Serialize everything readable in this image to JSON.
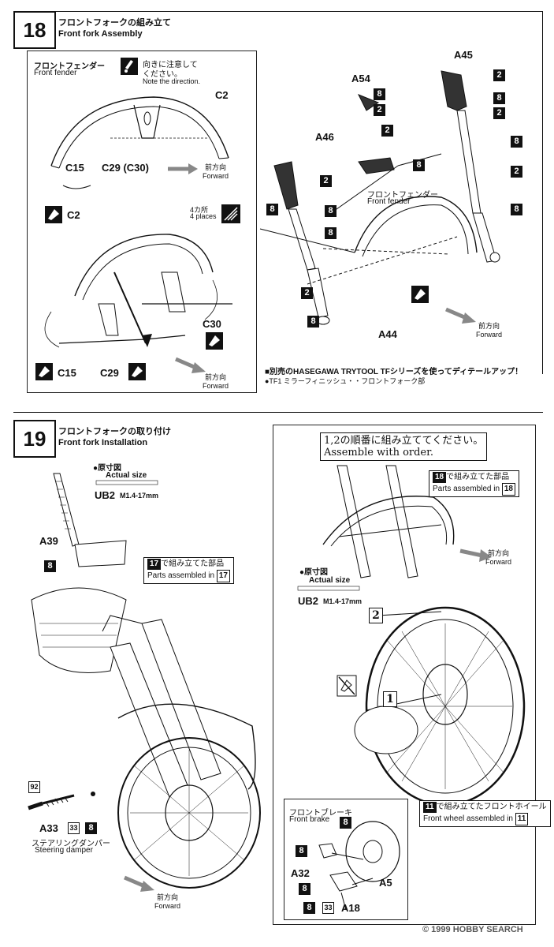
{
  "step18": {
    "number": "18",
    "title_jp": "フロントフォークの組み立て",
    "title_en": "Front fork Assembly",
    "fender": {
      "label_jp": "フロントフェンダー",
      "label_en": "Front fender",
      "note_jp_1": "向きに注意して",
      "note_jp_2": "ください。",
      "note_en": "Note the direction."
    },
    "parts_left": {
      "c2_top": "C2",
      "c15": "C15",
      "c29": "C29 (C30)",
      "c2_mid": "C2",
      "c30": "C30",
      "c15_b": "C15",
      "c29_b": "C29"
    },
    "places": {
      "jp": "4カ所",
      "en": "4 places"
    },
    "forward_jp": "前方向",
    "forward_en": "Forward",
    "parts_right": {
      "a45": "A45",
      "a54": "A54",
      "a46": "A46",
      "a44": "A44"
    },
    "fender_right": {
      "jp": "フロントフェンダー",
      "en": "Front fender"
    },
    "paint": [
      "2",
      "8",
      "2",
      "8",
      "8",
      "2",
      "8",
      "2",
      "8",
      "2",
      "8",
      "2",
      "8",
      "8",
      "2",
      "8"
    ],
    "tool_note_1": "■別売のHASEGAWA TRYTOOL TFシリーズを使ってディテールアップ！",
    "tool_note_2": "●TF1 ミラーフィニッシュ・・フロントフォーク部"
  },
  "step19": {
    "number": "19",
    "title_jp": "フロントフォークの取り付け",
    "title_en": "Front fork Installation",
    "actual_size_jp": "●原寸図",
    "actual_size_en": "Actual size",
    "ub2": "UB2",
    "ub2_spec": "M1.4-17mm",
    "a39": "A39",
    "paint_8": "8",
    "ref17_jp": "で組み立てた部品",
    "ref17_num": "17",
    "ref17_en": "Parts assembled in",
    "damper": {
      "num92": "92",
      "a33": "A33",
      "num33": "33",
      "num8": "8",
      "label_jp": "ステアリングダンパー",
      "label_en": "Steering damper"
    },
    "forward_jp": "前方向",
    "forward_en": "Forward",
    "order_note_jp": "1,2の順番に組み立ててください。",
    "order_note_en": "Assemble with order.",
    "ref18_num": "18",
    "ref18_jp": "で組み立てた部品",
    "ref18_en": "Parts assembled in",
    "actual_size_jp_r": "●原寸図",
    "actual_size_en_r": "Actual size",
    "ub2_r": "UB2",
    "ub2_spec_r": "M1.4-17mm",
    "order_2": "2",
    "order_1": "1",
    "ref11_num": "11",
    "ref11_jp": "で組み立てたフロントホイール",
    "ref11_en": "Front wheel assembled in",
    "brake": {
      "label_jp": "フロントブレーキ",
      "label_en": "Front brake",
      "a32": "A32",
      "a5": "A5",
      "a18": "A18",
      "p8a": "8",
      "p8b": "8",
      "p8c": "8",
      "p8d": "8",
      "p33": "33"
    }
  },
  "watermark": "© 1999 HOBBY SEARCH"
}
